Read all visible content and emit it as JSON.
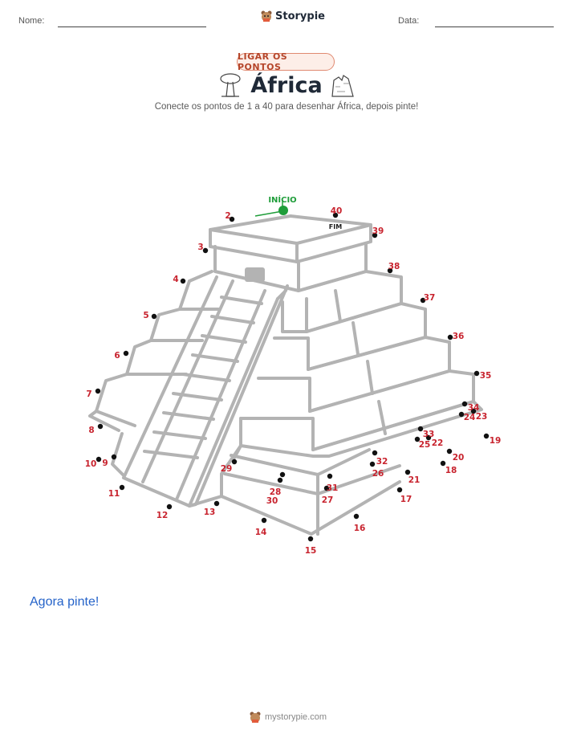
{
  "header": {
    "name_label": "Nome:",
    "date_label": "Data:",
    "brand": "Storypie"
  },
  "badge": "LIGAR OS PONTOS",
  "title": "África",
  "subtitle": "Conecte os pontos de 1 a 40 para desenhar África, depois pinte!",
  "start_label": "INÍCIO",
  "end_label": "FIM",
  "dots": [
    {
      "n": "2"
    },
    {
      "n": "3"
    },
    {
      "n": "4"
    },
    {
      "n": "5"
    },
    {
      "n": "6"
    },
    {
      "n": "7"
    },
    {
      "n": "8"
    },
    {
      "n": "9"
    },
    {
      "n": "10"
    },
    {
      "n": "11"
    },
    {
      "n": "12"
    },
    {
      "n": "13"
    },
    {
      "n": "14"
    },
    {
      "n": "15"
    },
    {
      "n": "16"
    },
    {
      "n": "17"
    },
    {
      "n": "18"
    },
    {
      "n": "19"
    },
    {
      "n": "20"
    },
    {
      "n": "21"
    },
    {
      "n": "22"
    },
    {
      "n": "23"
    },
    {
      "n": "24"
    },
    {
      "n": "25"
    },
    {
      "n": "26"
    },
    {
      "n": "27"
    },
    {
      "n": "28"
    },
    {
      "n": "29"
    },
    {
      "n": "30"
    },
    {
      "n": "31"
    },
    {
      "n": "32"
    },
    {
      "n": "33"
    },
    {
      "n": "34"
    },
    {
      "n": "35"
    },
    {
      "n": "36"
    },
    {
      "n": "37"
    },
    {
      "n": "38"
    },
    {
      "n": "39"
    },
    {
      "n": "40"
    }
  ],
  "prompt": "Agora pinte!",
  "footer": "mystorypie.com",
  "colors": {
    "dot_number": "#c8242f",
    "start_marker": "#1f9d3a",
    "badge_border": "#e08970",
    "prompt": "#2563c9"
  }
}
